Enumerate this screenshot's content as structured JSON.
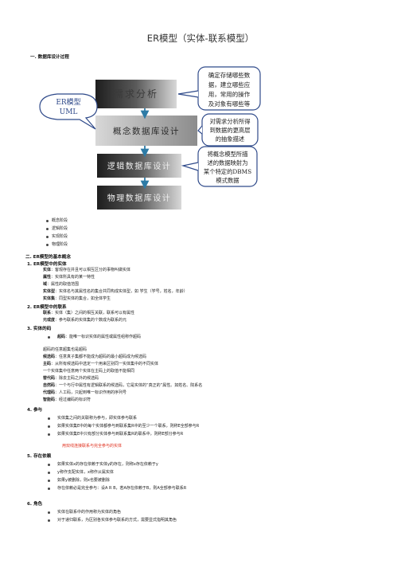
{
  "title": "ER模型（实体-联系模型）",
  "section1": {
    "heading": "一. 数据库设计过程"
  },
  "diagram": {
    "stages": [
      "需求分析",
      "概念数据库设计",
      "逻辑数据库设计",
      "物理数据库设计"
    ],
    "er_label_line1": "ER模型",
    "er_label_line2": "UML",
    "callout1": [
      "确定存储哪些数",
      "据，建立哪些应",
      "用，常用的操作",
      "及对象有哪些等"
    ],
    "callout2": [
      "对需求分析所得",
      "到数据的更高层",
      "的抽象描述"
    ],
    "callout3": [
      "将概念模型所描",
      "述的数据映射为",
      "某个特定的DBMS",
      "模式数据"
    ]
  },
  "stage_list": [
    "概念阶段",
    "逻辑阶段",
    "实现阶段",
    "物理阶段"
  ],
  "section2": {
    "heading": "二. ER模型的基本概念",
    "s1": {
      "heading": "1. ER模型中的实体",
      "items": [
        {
          "term": "实体",
          "text": "：客观存在并且可以相互区分的事物叫做实体"
        },
        {
          "term": "属性",
          "text": "：实体所具有的某一特性"
        },
        {
          "term": "域",
          "text": "：属性的取值范围"
        },
        {
          "term": "实体型",
          "text": "：实体名与其属性名的集合共同构成实体型，如 学生（学号，姓名，年龄）"
        },
        {
          "term": "实体集",
          "text": "：同型实体的集合，如全体学生"
        }
      ]
    },
    "s2": {
      "heading": "2. ER模型中的联系",
      "items": [
        {
          "term": "联系",
          "text": "：实体（集）之间的相互关联，联系可以有属性"
        },
        {
          "term": "元或度",
          "text": "：参与联系的实体集的个数成为联系的元"
        }
      ]
    },
    "s3": {
      "heading": "3. 实体的码",
      "bullet": {
        "term": "超码",
        "text": "：能唯一标识实体的属性或属性组称作超码"
      },
      "items": [
        {
          "term": "",
          "text": "超码的任意超集也是超码"
        },
        {
          "term": "候选码",
          "text": "：任意真子集都不能成为超码的最小超码成为候选码"
        },
        {
          "term": "主码",
          "text": "：从所有候选码中选定一个用来区别同一实体集中的不同实体"
        },
        {
          "term": "",
          "text": "一个实体集中任意两个实体在主码上的取值不能相同"
        },
        {
          "term": "替代码",
          "text": "：除去主码之外的候选码"
        },
        {
          "term": "自然码",
          "text": "：一个与行中属性有逻辑联系的候选码，它是实体的“真正的”属性。如姓名、院系名"
        },
        {
          "term": "代理码",
          "text": "：人工码，只起到唯一标识作用的序列号"
        },
        {
          "term": "智能码",
          "text": "：经过编码的标识符"
        }
      ]
    },
    "s4": {
      "heading": "4. 参与",
      "bullets": [
        "实体集之间的关联称为参与，即实体参与联系",
        "如果实体集E中的每个实体都参与到联系集R中的至少一个联系，则称E全部参与R",
        "如果实体集E中只有部分实体参与到联系集R的联系中，则称E部分参与R"
      ],
      "note": "用双线连接联系与完全参与的实体"
    },
    "s5": {
      "heading": "5. 存在依赖",
      "bullets": [
        "如果实体x的存在依赖于实体y的存在，则称x存在依赖于y",
        "y称作支配实体，x称作从属实体",
        "如果y被删除，则x也要被删除",
        "存在依赖必是完全参与：设A R B，若A存在依赖于B，则A全部参与联系R"
      ]
    },
    "s6": {
      "heading": "6. 角色",
      "bullets": [
        "实体在联系中的作用称为实体的角色",
        "对于递归联系，为区别各实体参与联系的方式，需要显式指明其角色"
      ]
    }
  },
  "colors": {
    "accent_red": "#e0301e",
    "box_dark": "#2b2b2b",
    "box_light": "#b9b9b9",
    "callout_border": "#2f4a8a",
    "arrow": "#2e7ba6"
  }
}
